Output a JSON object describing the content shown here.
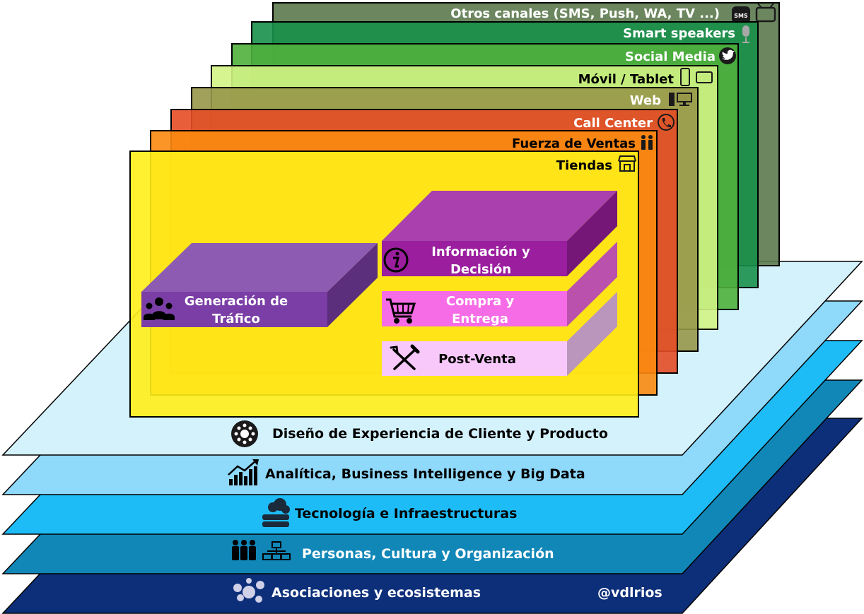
{
  "channels": [
    {
      "label": "Otros canales (SMS, Push, WA, TV ...)",
      "color": "#5c7a4e",
      "text_color": "#ffffff",
      "icon": "sms-tv-icon"
    },
    {
      "label": "Smart speakers",
      "color": "#18904a",
      "text_color": "#ffffff",
      "icon": "microphone-icon"
    },
    {
      "label": "Social Media",
      "color": "#4fb03c",
      "text_color": "#ffffff",
      "icon": "twitter-icon"
    },
    {
      "label": "Móvil / Tablet",
      "color": "#d2f384",
      "text_color": "#000000",
      "icon": "mobile-tablet-icon"
    },
    {
      "label": "Web",
      "color": "#979749",
      "text_color": "#ffffff",
      "icon": "desktop-icon"
    },
    {
      "label": "Call Center",
      "color": "#e54c26",
      "text_color": "#ffffff",
      "icon": "phone-icon"
    },
    {
      "label": "Fuerza de Ventas",
      "color": "#fb8a10",
      "text_color": "#000000",
      "icon": "salespeople-icon"
    },
    {
      "label": "Tiendas",
      "color": "#ffee1a",
      "text_color": "#000000",
      "icon": "store-icon"
    }
  ],
  "stages": {
    "traffic": {
      "line1": "Generación de",
      "line2": "Tráfico",
      "color": "#7a3ea6",
      "icon": "people-group-icon"
    },
    "info": {
      "line1": "Información y",
      "line2": "Decisión",
      "color": "#9a1e9e",
      "icon": "info-icon"
    },
    "purchase": {
      "line1": "Compra y",
      "line2": "Entrega",
      "color": "#f66ce6",
      "icon": "cart-icon"
    },
    "postsale": {
      "line1": "Post-Venta",
      "color": "#f8c8fa",
      "icon": "tools-icon"
    }
  },
  "layers": [
    {
      "label": "Diseño de Experiencia de Cliente y Producto",
      "color": "#d4f2fc",
      "icon": "experience-icon"
    },
    {
      "label": "Analítica, Business Intelligence y Big Data",
      "color": "#8fd9fb",
      "icon": "chart-up-icon"
    },
    {
      "label": "Tecnología e Infraestructuras",
      "color": "#1ebcf6",
      "icon": "cloud-server-icon"
    },
    {
      "label": "Personas, Cultura y Organización",
      "color": "#1187b8",
      "icon": "org-chart-icon"
    },
    {
      "label": "Asociaciones y ecosistemas",
      "color": "#0d2f7a",
      "icon": "network-icon"
    }
  ],
  "signature": "@vdlrios"
}
